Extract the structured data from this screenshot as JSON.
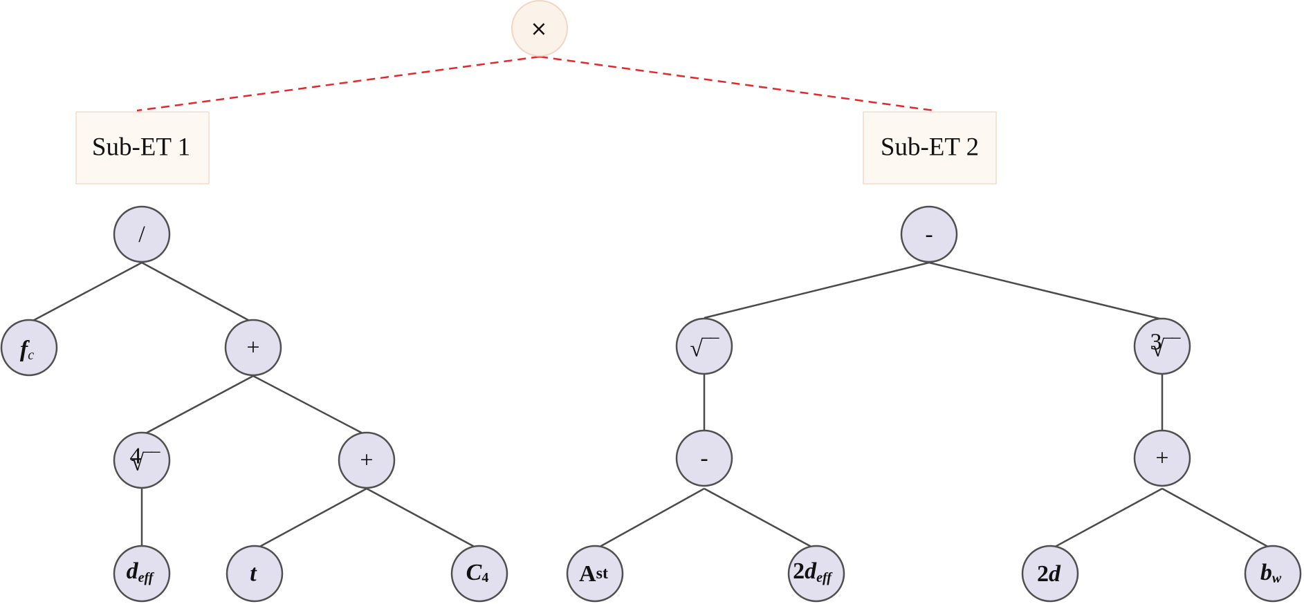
{
  "root": {
    "label": "×"
  },
  "subtrees": [
    {
      "label": "Sub-ET 1"
    },
    {
      "label": "Sub-ET 2"
    }
  ],
  "nodes": {
    "div": "/",
    "fc": {
      "base": "f",
      "sub": "c"
    },
    "plus1": "+",
    "root4": {
      "index": "4",
      "radical": "√‾‾"
    },
    "plus2": "+",
    "deff": {
      "base": "d",
      "sub": "eff"
    },
    "t": "t",
    "c4": {
      "base": "C",
      "sub": "4"
    },
    "minus1": "-",
    "sqrt": "√‾‾",
    "root3": {
      "index": "3",
      "radical": "√‾‾"
    },
    "minus2": "-",
    "plus3": "+",
    "ast": {
      "base": "A",
      "sub": "st"
    },
    "twodeff": {
      "prefix": "2",
      "base": "d",
      "sub": "eff"
    },
    "twod": {
      "prefix": "2",
      "base": "d"
    },
    "bw": {
      "base": "b",
      "sub": "w"
    }
  }
}
